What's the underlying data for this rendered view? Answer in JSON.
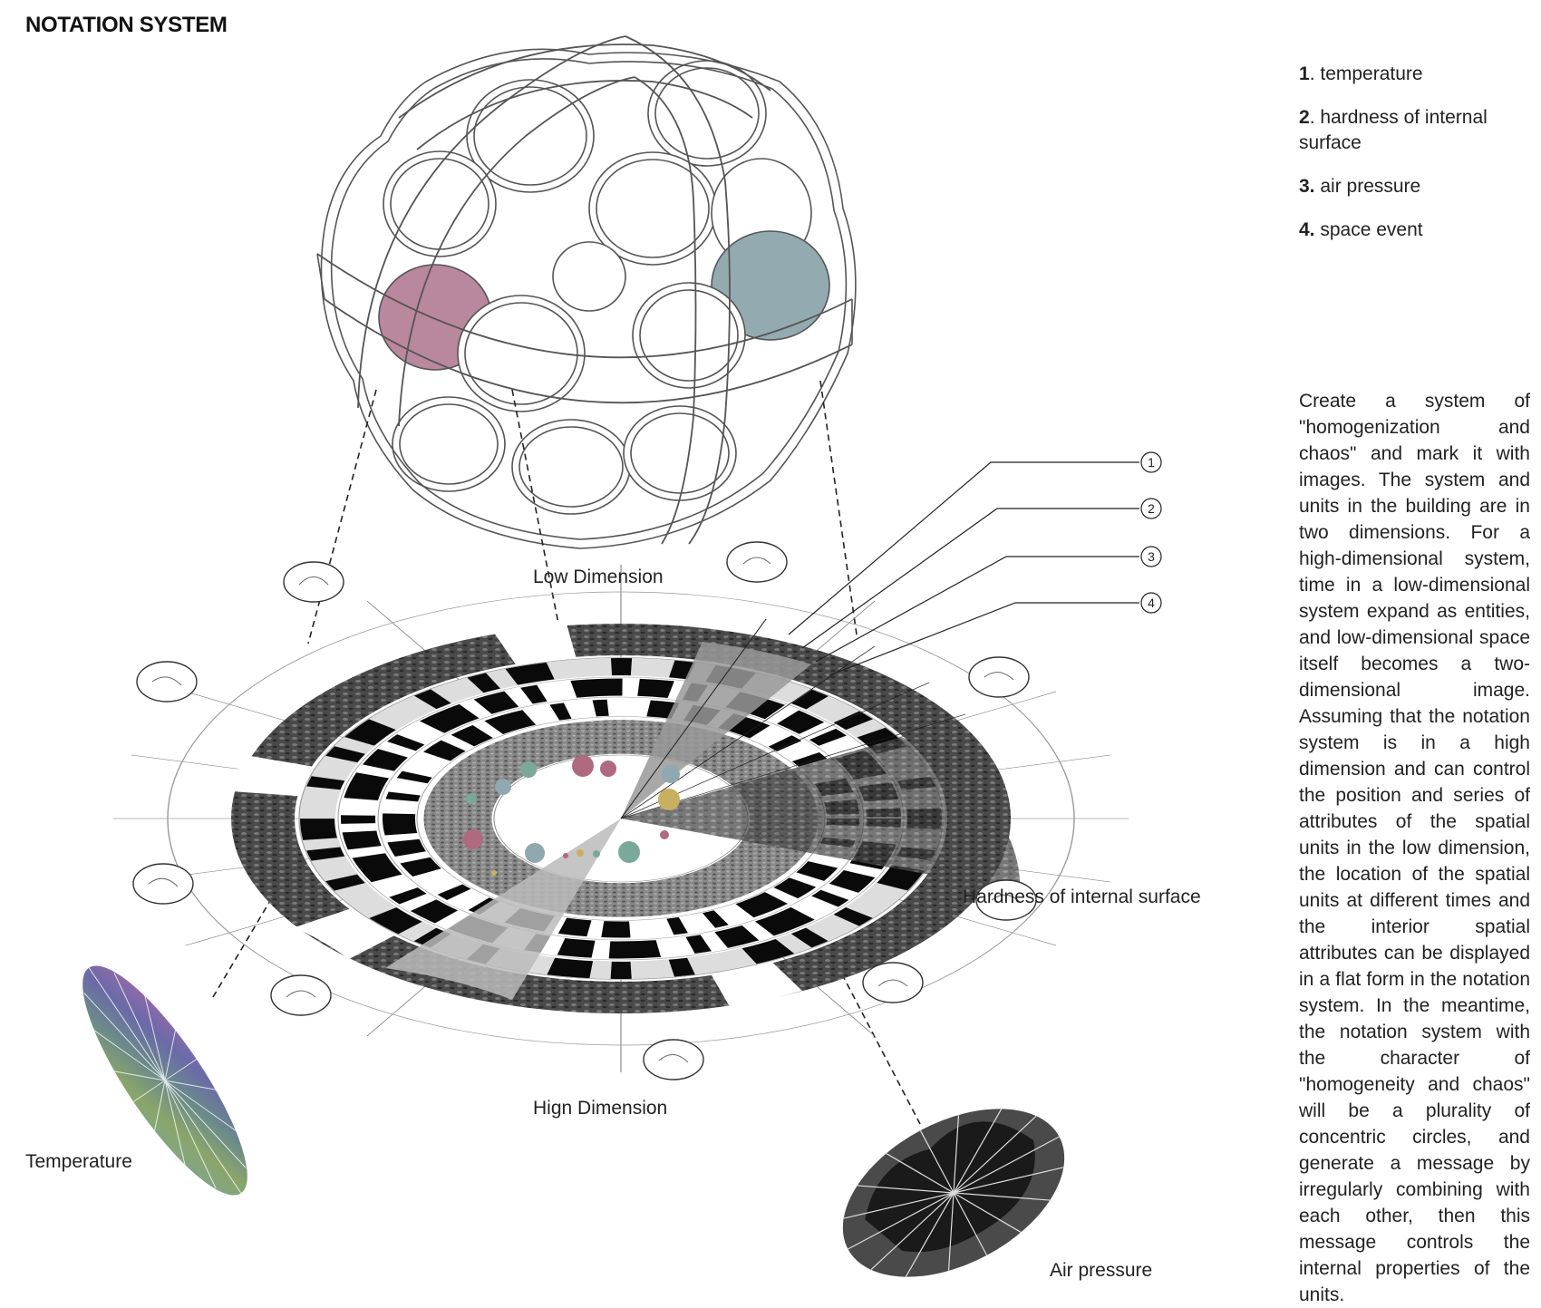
{
  "title": "NOTATION SYSTEM",
  "legend": [
    {
      "num": "1",
      "text": ". temperature"
    },
    {
      "num": "2",
      "text": ". hardness of internal surface"
    },
    {
      "num": "3.",
      "text": " air pressure"
    },
    {
      "num": "4.",
      "text": " space event"
    }
  ],
  "description": "Create a system of \"homogenization and chaos\" and mark it with images. The system and units in the building are in two dimensions. For a high-dimensional system, time in a low-dimensional system expand as entities, and low-dimensional space itself becomes a two-dimensional image. Assuming that the notation system is in a high dimension and can control the position and series of attributes of the spatial units in the low dimension, the location of the spatial units at different times and the interior spatial attributes can be displayed in a flat form in the notation system. In the meantime, the notation system with the character of \"homogeneity and chaos\" will be a plurality of concentric circles, and generate a message by irregularly combining with each other, then this message controls the internal properties of the units.",
  "labels": {
    "low_dimension": "Low Dimension",
    "high_dimension": "Hign Dimension",
    "hardness": "Hardness of internal surface",
    "temperature": "Temperature",
    "air_pressure": "Air pressure"
  },
  "callouts": [
    "1",
    "2",
    "3",
    "4"
  ],
  "colors": {
    "pink_sphere": "#b9879e",
    "teal_sphere": "#93aab0",
    "black_cell": "#0a0a0a",
    "photo_dark": "#3a3a3a"
  }
}
